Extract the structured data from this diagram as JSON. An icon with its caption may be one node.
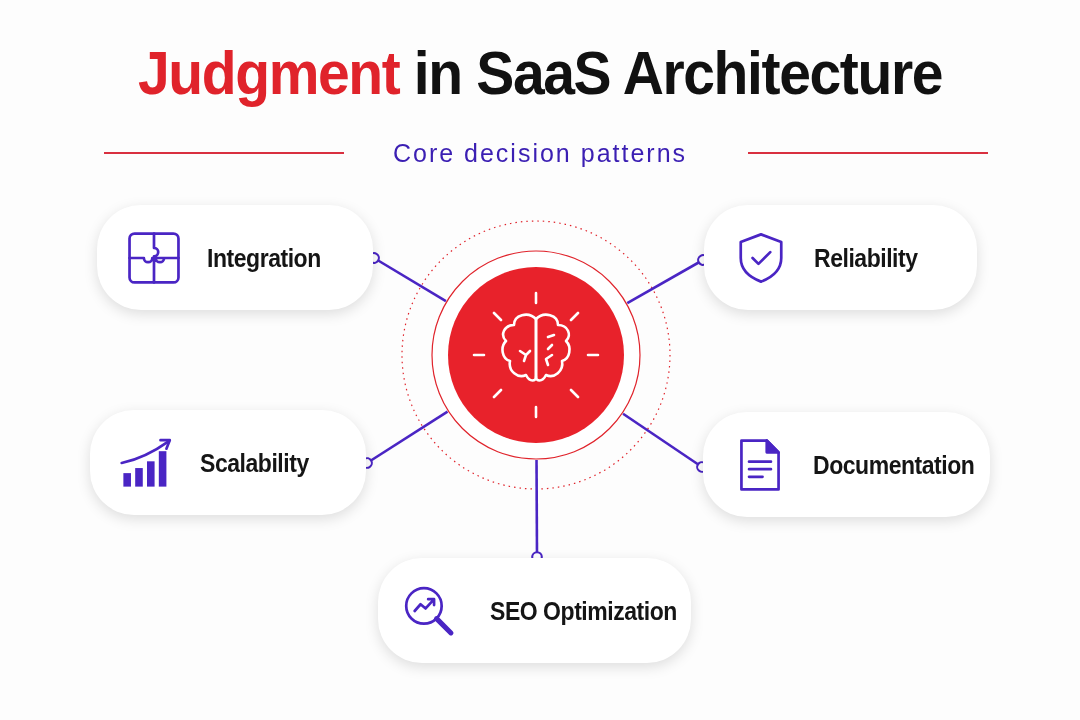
{
  "diagram": {
    "title": "Judgment in SaaS Architecture",
    "nodes": [
      {
        "text": [],
        "shape": "circle"
      },
      {
        "text": [
          "Integration"
        ]
      },
      {
        "text": [
          "Reliability"
        ]
      },
      {
        "text": [
          "Scalability"
        ]
      },
      {
        "text": [
          "Documentation"
        ]
      },
      {
        "text": [
          "SEO Optimization"
        ]
      }
    ],
    "edges": [
      {
        "from": 0,
        "to": 1,
        "arrow": "other"
      },
      {
        "from": 0,
        "to": 2,
        "arrow": "other"
      },
      {
        "from": 0,
        "to": 3,
        "arrow": "other"
      },
      {
        "from": 0,
        "to": 4,
        "arrow": "other"
      },
      {
        "from": 0,
        "to": 5,
        "arrow": "other"
      }
    ],
    "labels": [
      "Core decision patterns"
    ]
  }
}
